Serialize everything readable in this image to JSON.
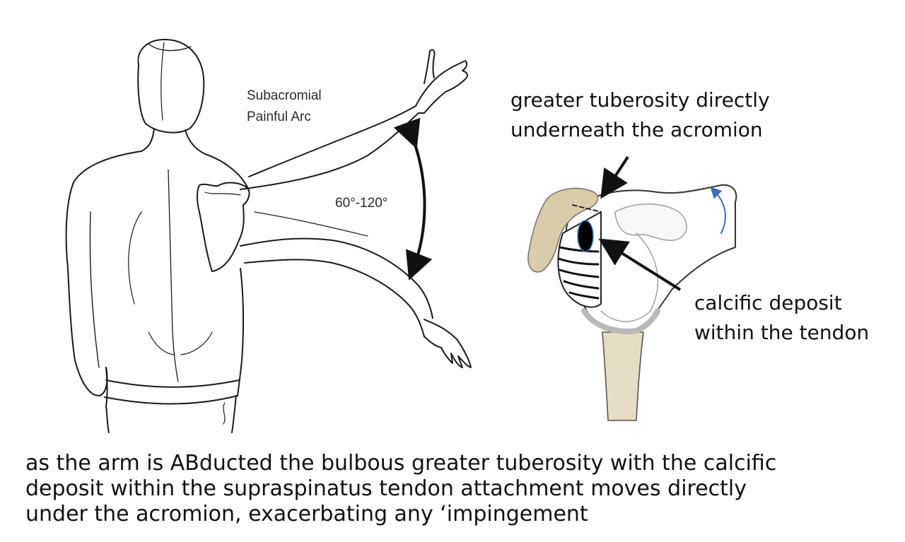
{
  "left_figure": {
    "arc_title_line1": "Subacromial",
    "arc_title_line2": "Painful Arc",
    "angle_range": "60°-120°"
  },
  "right_figure": {
    "callout_top_line1": "greater tuberosity directly",
    "callout_top_line2": "underneath the acromion",
    "callout_right_line1": "calcific deposit",
    "callout_right_line2": "within the tendon"
  },
  "caption": {
    "line1": "as the arm is ABducted the bulbous greater tuberosity with the calcific",
    "line2": "deposit within the supraspinatus tendon attachment moves directly",
    "line3": "under the acromion, exacerbating any ‘impingement"
  },
  "colors": {
    "line_art": "#1a1a1a",
    "bone": "#e6dcc3",
    "acromion": "#d9ccaa",
    "deposit": "#000000",
    "rotation_arrow": "#3f6fb0"
  }
}
